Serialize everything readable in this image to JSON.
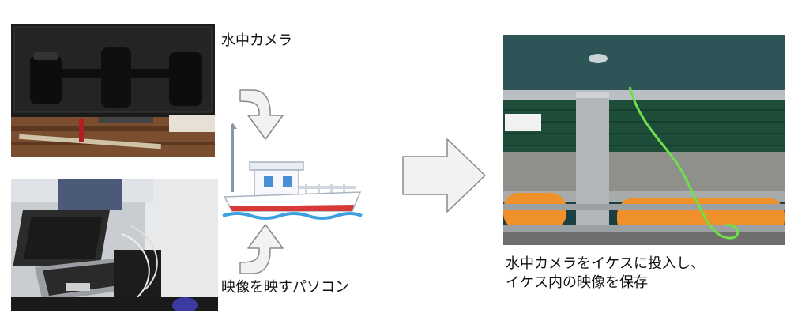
{
  "labels": {
    "camera": "水中カメラ",
    "pc": "映像を映すパソコン",
    "result_line1": "水中カメラをイケスに投入し、",
    "result_line2": "イケス内の映像を保存"
  },
  "colors": {
    "arrow_fill": "#f2f2f2",
    "arrow_stroke": "#8a8a8a",
    "boat_hull_red": "#d93838",
    "boat_water": "#3b9fe0",
    "net_green": "#1e4d3a",
    "buoy_orange": "#f0902a",
    "rope_green": "#6ee04a"
  },
  "icons": {
    "down_curved_arrow": "curved-arrow-down-icon",
    "up_curved_arrow": "curved-arrow-up-icon",
    "right_arrow": "right-arrow-icon",
    "boat": "boat-icon"
  }
}
